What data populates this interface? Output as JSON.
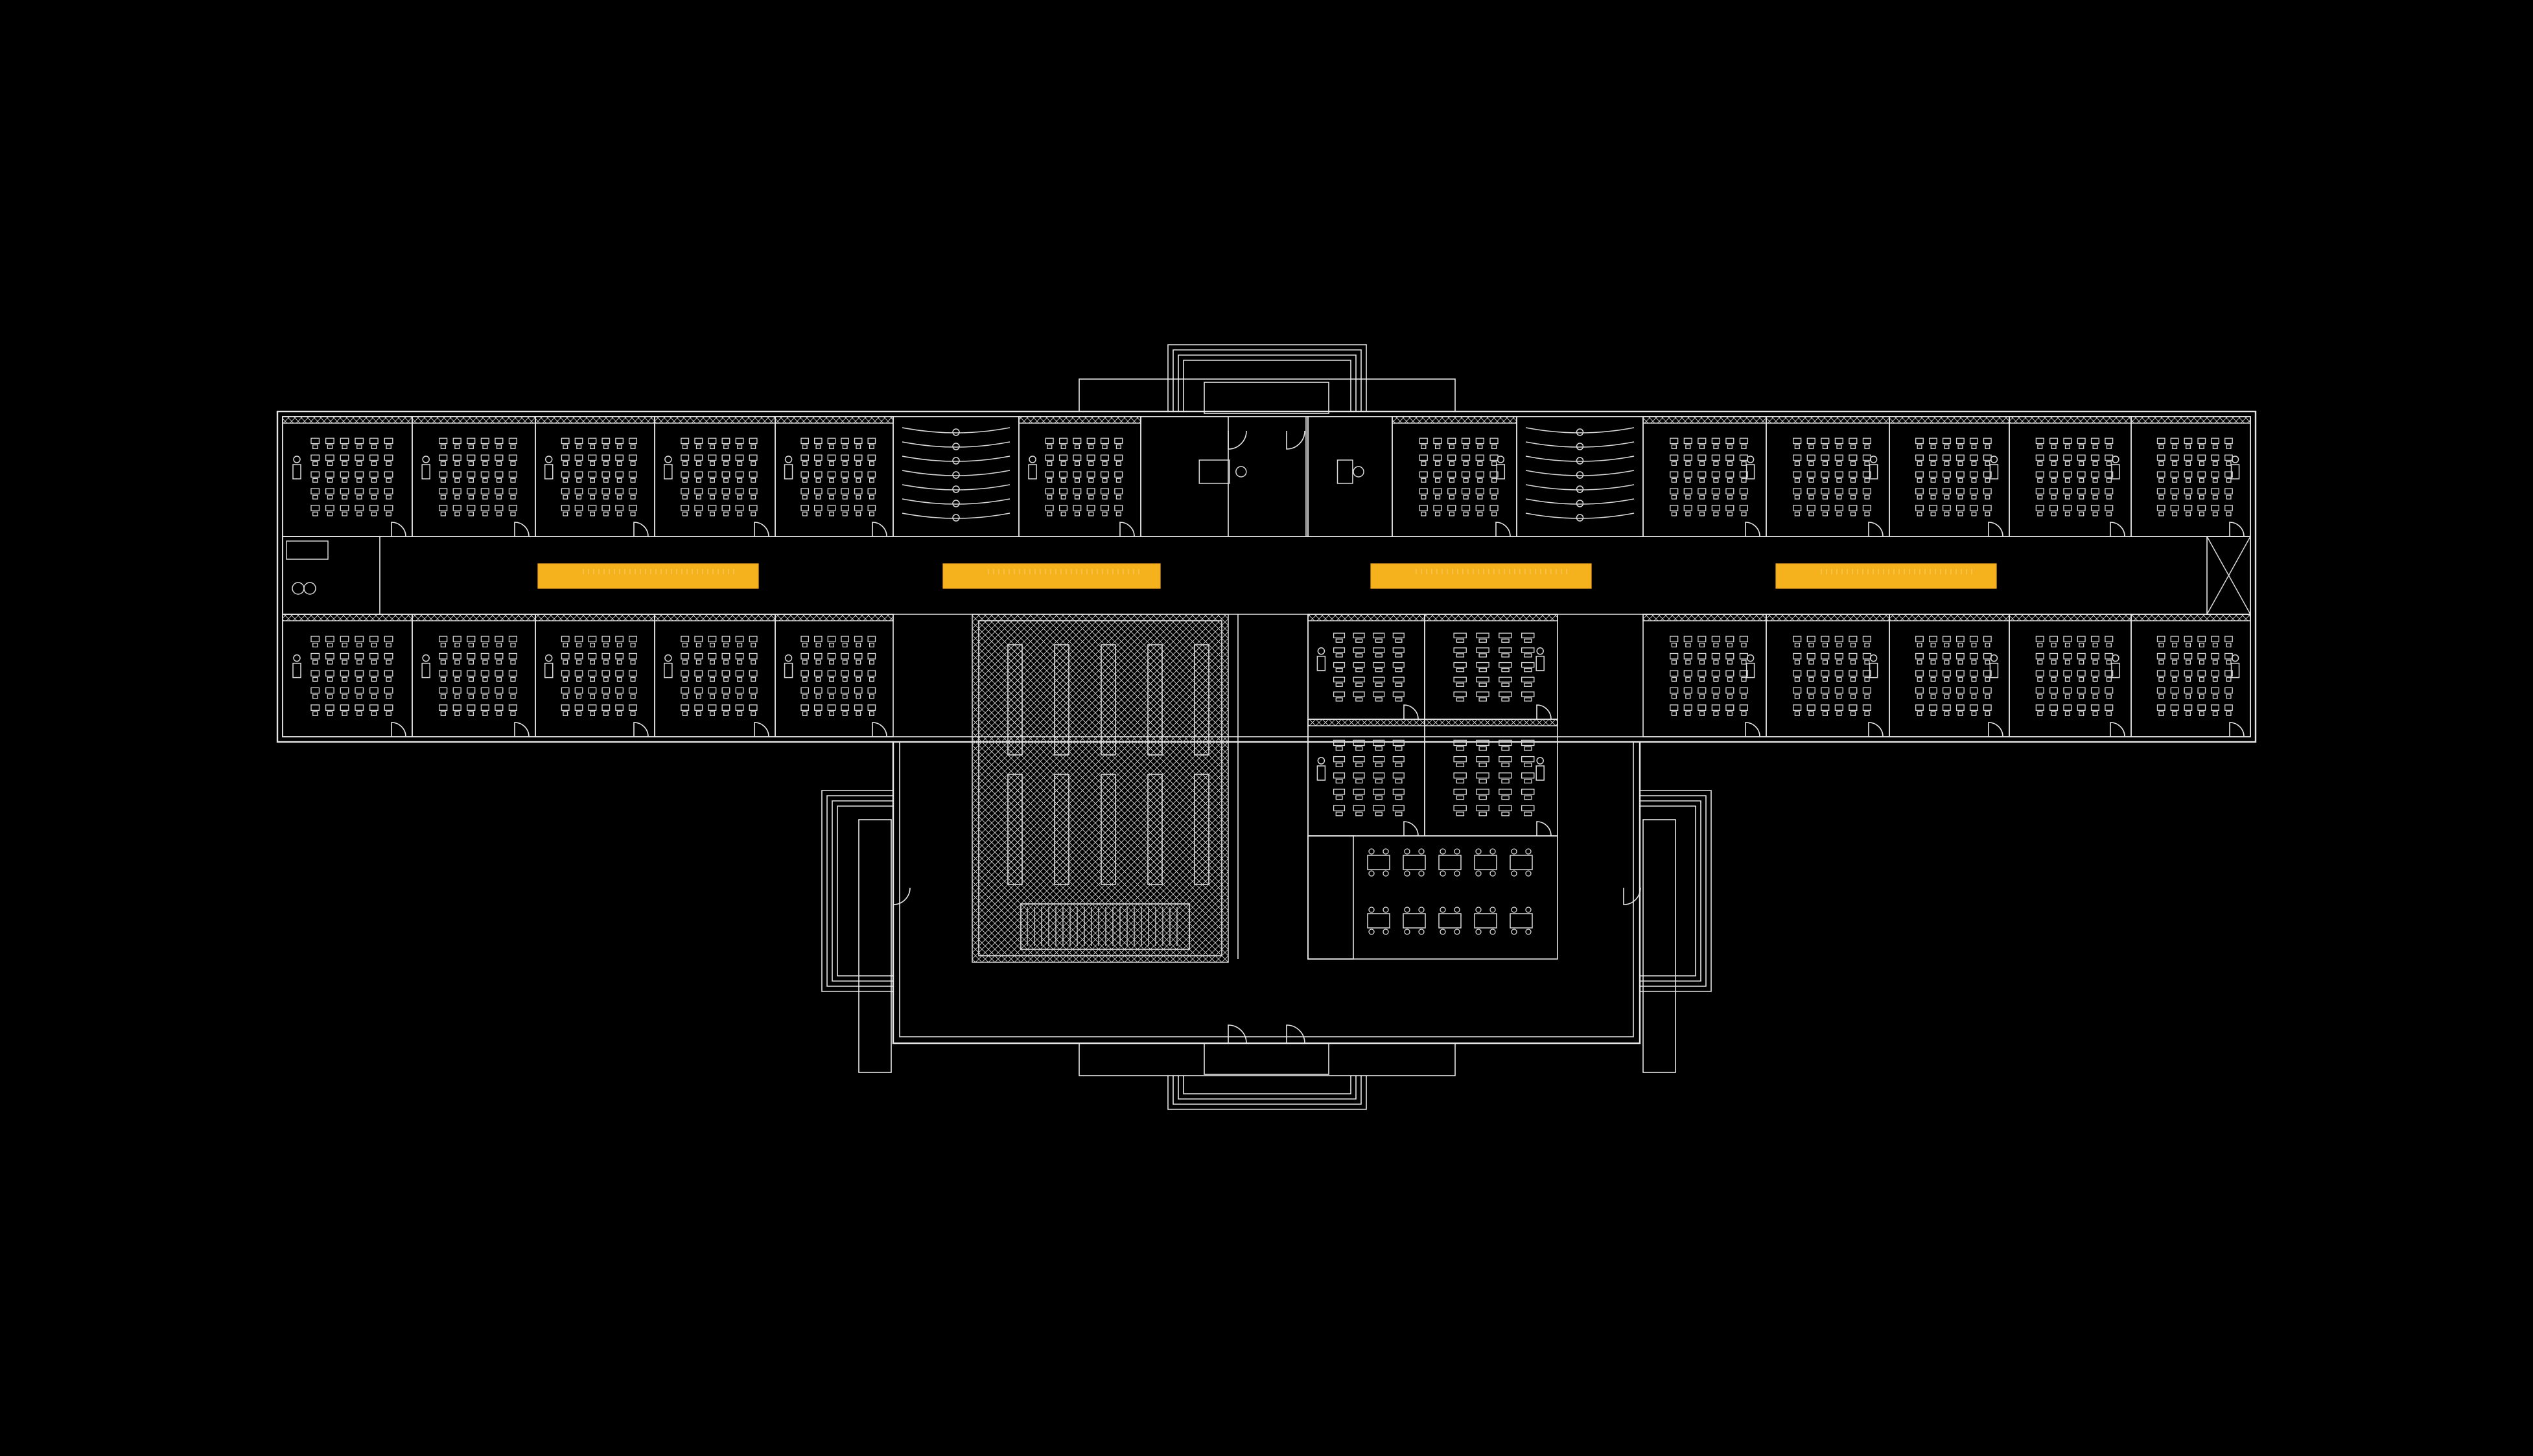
{
  "image": {
    "kind": "architectural floor plan (CAD line drawing)",
    "background_color": "#000000",
    "line_color": "#e6e6e6",
    "accent_color": "#f5b21c",
    "text_visible": false
  },
  "building": {
    "wings": [
      "north-wing",
      "south-wing",
      "central-block"
    ],
    "corridor": {
      "benches": 4,
      "bench_color": "#f5b21c"
    },
    "north_wing": {
      "classrooms": 14,
      "restroom_blocks": 2,
      "offices": 2
    },
    "south_wing": {
      "classrooms": 10,
      "service_rooms": 1
    },
    "central_block": {
      "library": {
        "shelf_rows": 2,
        "shelves_per_row": 5,
        "has_stair": true
      },
      "classrooms": 4,
      "dining_hall": 1
    },
    "entrances": [
      "north-entrance",
      "south-entrance",
      "west-entrance",
      "east-entrance"
    ]
  }
}
